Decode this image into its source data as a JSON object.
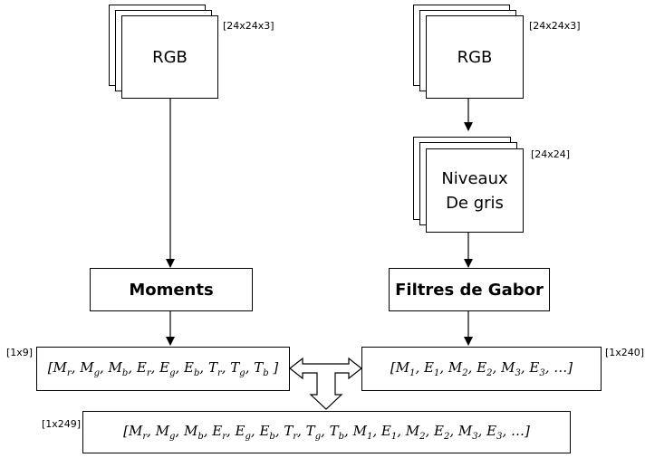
{
  "left_branch": {
    "input_label": "RGB",
    "input_dim": "[24x24x3]",
    "process_label": "Moments",
    "output_dim": "[1x9]",
    "output_formula": "[M_r, M_g, M_b, E_r, E_g, E_b, T_r, T_g, T_b ]"
  },
  "right_branch": {
    "input_label": "RGB",
    "input_dim": "[24x24x3]",
    "gray_label_line1": "Niveaux",
    "gray_label_line2": "De gris",
    "gray_dim": "[24x24]",
    "process_label": "Filtres de Gabor",
    "output_dim": "[1x240]",
    "output_formula": "[M_1, E_1, M_2, E_2, M_3, E_3, …]"
  },
  "merged": {
    "dim": "[1x249]",
    "formula": "[M_r, M_g, M_b, E_r, E_g, E_b, T_r, T_g, T_b, M_1, E_1, M_2, E_2, M_3, E_3, …]"
  }
}
